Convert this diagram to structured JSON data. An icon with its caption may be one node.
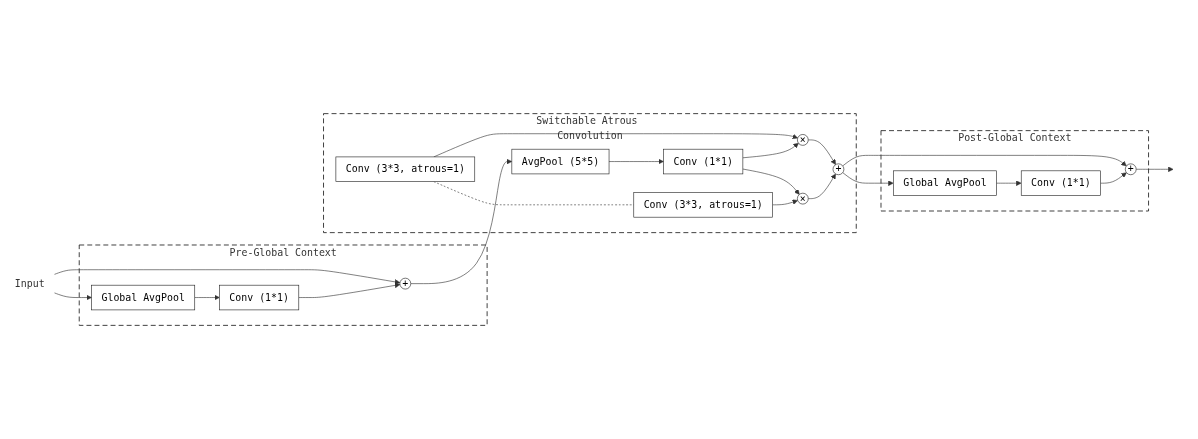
{
  "diagram": {
    "nodes": [
      {
        "text": [
          "Input"
        ]
      },
      {
        "text": [
          "Pre-Global Context"
        ]
      },
      {
        "text": [
          "Conv (1*1)"
        ],
        "in": 1
      },
      {
        "text": [
          "Global AvgPool"
        ],
        "in": 1
      },
      {
        "text": [
          "+"
        ],
        "in": 1
      },
      {
        "text": [
          "Switchable Atrous Convolution"
        ]
      },
      {
        "text": [
          "Conv (3*3, atrous=1)"
        ],
        "in": 5
      },
      {
        "text": [
          "AvgPool (5*5)"
        ],
        "in": 5
      },
      {
        "text": [
          "Conv (1*1)"
        ],
        "in": 5
      },
      {
        "text": [
          "Conv (3*3, atrous=1)"
        ],
        "in": 5
      },
      {
        "text": [
          "×"
        ],
        "in": 5
      },
      {
        "text": [
          "×"
        ],
        "in": 5
      },
      {
        "text": [
          "+"
        ],
        "in": 5
      },
      {
        "text": [
          "Post-Global Context"
        ]
      },
      {
        "text": [
          "Conv (1*1)"
        ],
        "in": 13
      },
      {
        "text": [
          "Global AvgPool"
        ],
        "in": 13
      },
      {
        "text": [
          "+"
        ],
        "in": 13
      }
    ],
    "edges": [
      {
        "from": 0,
        "to": 4,
        "arrow": "to"
      },
      {
        "from": 0,
        "to": 3,
        "arrow": "to"
      },
      {
        "from": 3,
        "to": 2,
        "arrow": "to"
      },
      {
        "from": 2,
        "to": 4,
        "arrow": "to"
      },
      {
        "from": 4,
        "to": 7,
        "arrow": "to"
      },
      {
        "from": 7,
        "to": 8,
        "arrow": "to"
      },
      {
        "from": 6,
        "to": 9,
        "arrow": "none",
        "style": "dashed"
      },
      {
        "from": 6,
        "to": 10,
        "arrow": "to"
      },
      {
        "from": 8,
        "to": 10,
        "arrow": "to"
      },
      {
        "from": 8,
        "to": 11,
        "arrow": "to"
      },
      {
        "from": 9,
        "to": 11,
        "arrow": "to"
      },
      {
        "from": 10,
        "to": 12,
        "arrow": "to"
      },
      {
        "from": 11,
        "to": 12,
        "arrow": "to"
      },
      {
        "from": 12,
        "to": 16,
        "arrow": "to"
      },
      {
        "from": 12,
        "to": 15,
        "arrow": "to"
      },
      {
        "from": 15,
        "to": 14,
        "arrow": "to"
      },
      {
        "from": 14,
        "to": 16,
        "arrow": "to"
      },
      {
        "from": 16,
        "to": null,
        "arrow": "to"
      }
    ]
  }
}
